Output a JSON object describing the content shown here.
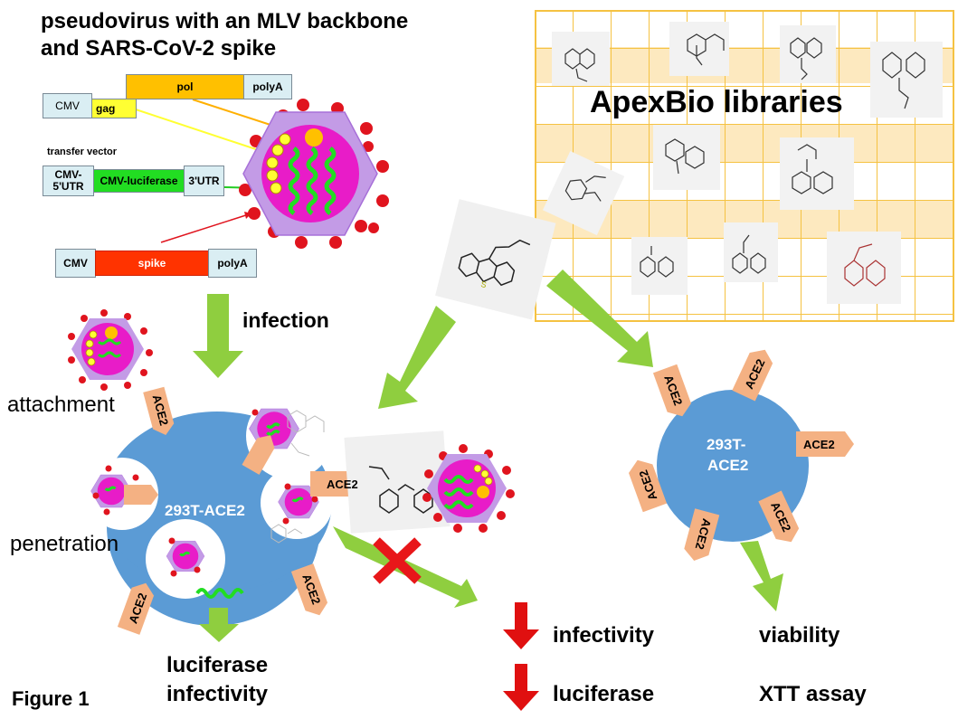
{
  "title_line1": "pseudovirus with an MLV backbone",
  "title_line2": "and SARS-CoV-2 spike",
  "constructs": {
    "pol": "pol",
    "polyA_top": "polyA",
    "cmv_top": "CMV",
    "gag": "gag",
    "transfer_vector": "transfer vector",
    "cmv_5utr_line1": "CMV-",
    "cmv_5utr_line2": "5'UTR",
    "cmv_luciferase": "CMV-luciferase",
    "utr3": "3'UTR",
    "cmv_spike": "CMV",
    "spike": "spike",
    "polyA_spike": "polyA"
  },
  "library_label": "ApexBio libraries",
  "steps": {
    "infection": "infection",
    "attachment": "attachment",
    "penetration": "penetration"
  },
  "cells": {
    "left_cell": "293T-ACE2",
    "right_cell_line1": "293T-",
    "right_cell_line2": "ACE2"
  },
  "ace2": "ACE2",
  "outcomes": {
    "luciferase": "luciferase",
    "infectivity": "infectivity",
    "down_infectivity": "infectivity",
    "down_luciferase": "luciferase",
    "viability": "viability",
    "xtt": "XTT assay"
  },
  "figure_label": "Figure 1",
  "colors": {
    "arrow_green": "#8fce3f",
    "cell_blue": "#5b9bd5",
    "ace2_fill": "#f4b183",
    "virus_magenta": "#e81cc8",
    "virus_hex": "#c39be6",
    "spike_red": "#e0141e",
    "grid_line": "#f5c242",
    "grid_band": "#fde9bf",
    "pol": "#ffc000",
    "gag": "#ffff33",
    "luc": "#22dd22",
    "spike_box": "#ff3300",
    "box_bg": "#daeef3",
    "down_arrow": "#e01010"
  }
}
